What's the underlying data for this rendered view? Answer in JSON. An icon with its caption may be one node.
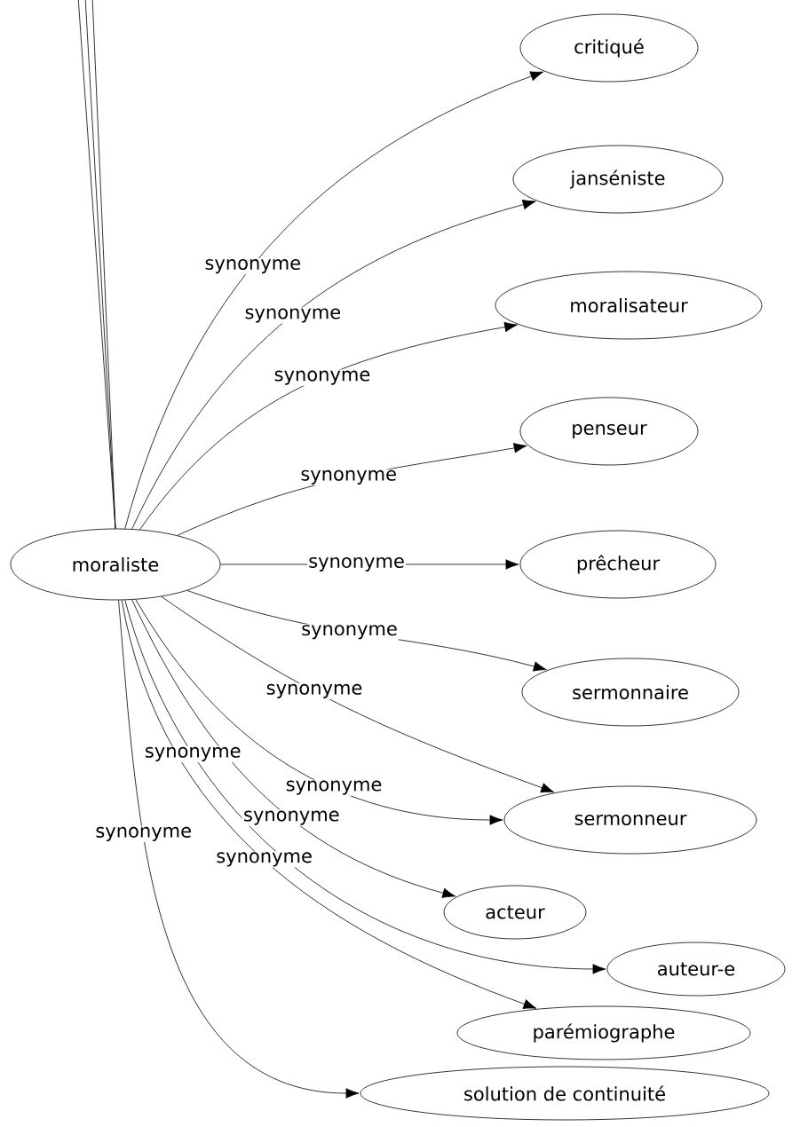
{
  "diagram": {
    "nodes": [
      {
        "text": [
          "moraliste"
        ]
      },
      {
        "text": [
          "critiqué"
        ]
      },
      {
        "text": [
          "janséniste"
        ]
      },
      {
        "text": [
          "moralisateur"
        ]
      },
      {
        "text": [
          "penseur"
        ]
      },
      {
        "text": [
          "prêcheur"
        ]
      },
      {
        "text": [
          "sermonnaire"
        ]
      },
      {
        "text": [
          "sermonneur"
        ]
      },
      {
        "text": [
          "auteur-e"
        ]
      },
      {
        "text": [
          "acteur"
        ]
      },
      {
        "text": [
          "solution de continuité"
        ]
      },
      {
        "text": [
          "parémiographe"
        ]
      }
    ],
    "edges": [
      {
        "from": 0,
        "to": 1,
        "arrow": "to",
        "label": "synonyme"
      },
      {
        "from": 0,
        "to": 2,
        "arrow": "to",
        "label": "synonyme"
      },
      {
        "from": 0,
        "to": 3,
        "arrow": "to",
        "label": "synonyme"
      },
      {
        "from": 0,
        "to": 4,
        "arrow": "to",
        "label": "synonyme"
      },
      {
        "from": 0,
        "to": 5,
        "arrow": "to",
        "label": "synonyme"
      },
      {
        "from": 0,
        "to": 6,
        "arrow": "to",
        "label": "synonyme"
      },
      {
        "from": 0,
        "to": 7,
        "arrow": "to",
        "label": "synonyme"
      },
      {
        "from": 0,
        "to": 7,
        "arrow": "to",
        "label": "synonyme"
      },
      {
        "from": 0,
        "to": 9,
        "arrow": "to",
        "label": "synonyme"
      },
      {
        "from": 0,
        "to": 8,
        "arrow": "to",
        "label": "synonyme"
      },
      {
        "from": 0,
        "to": 11,
        "arrow": "to",
        "label": "synonyme"
      },
      {
        "from": 0,
        "to": 10,
        "arrow": "to",
        "label": "synonyme"
      },
      {
        "from": 0,
        "to": null,
        "arrow": "none"
      },
      {
        "from": 0,
        "to": null,
        "arrow": "none"
      },
      {
        "from": 0,
        "to": null,
        "arrow": "none"
      }
    ]
  }
}
